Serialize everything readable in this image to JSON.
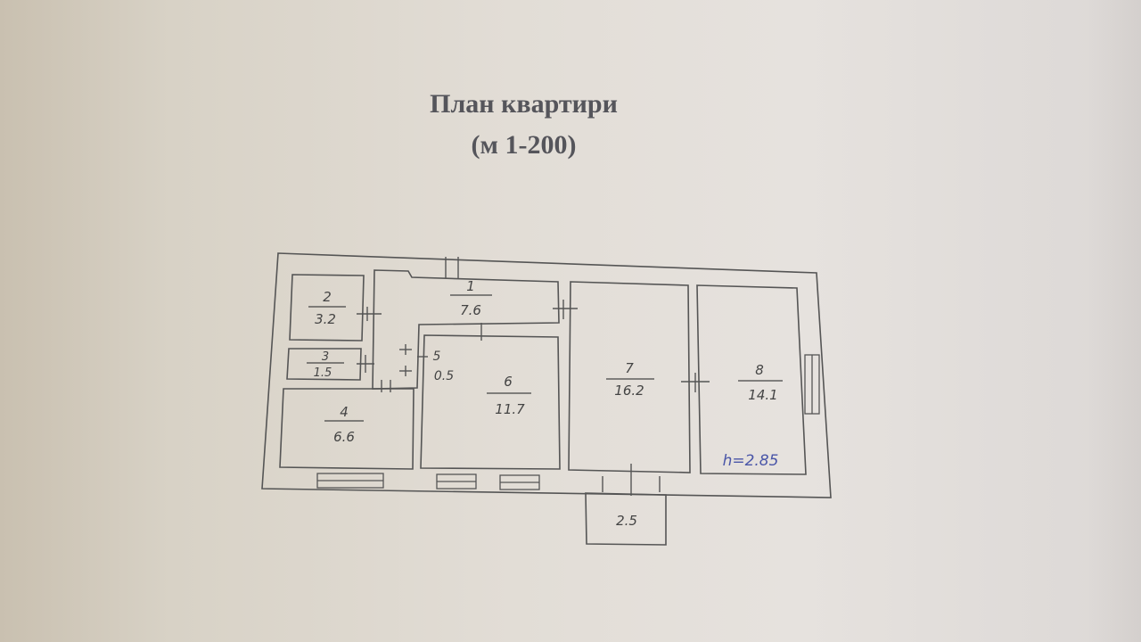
{
  "plan": {
    "title": "План квартири",
    "scale": "(м 1-200)",
    "height_note": "h=2.85",
    "rooms": [
      {
        "num": "1",
        "area": "7.6"
      },
      {
        "num": "2",
        "area": "3.2"
      },
      {
        "num": "3",
        "area": "1.5"
      },
      {
        "num": "4",
        "area": "6.6"
      },
      {
        "num": "5",
        "area": "0.5"
      },
      {
        "num": "6",
        "area": "11.7"
      },
      {
        "num": "7",
        "area": "16.2"
      },
      {
        "num": "8",
        "area": "14.1"
      }
    ],
    "balcony": {
      "area": "2.5"
    }
  }
}
